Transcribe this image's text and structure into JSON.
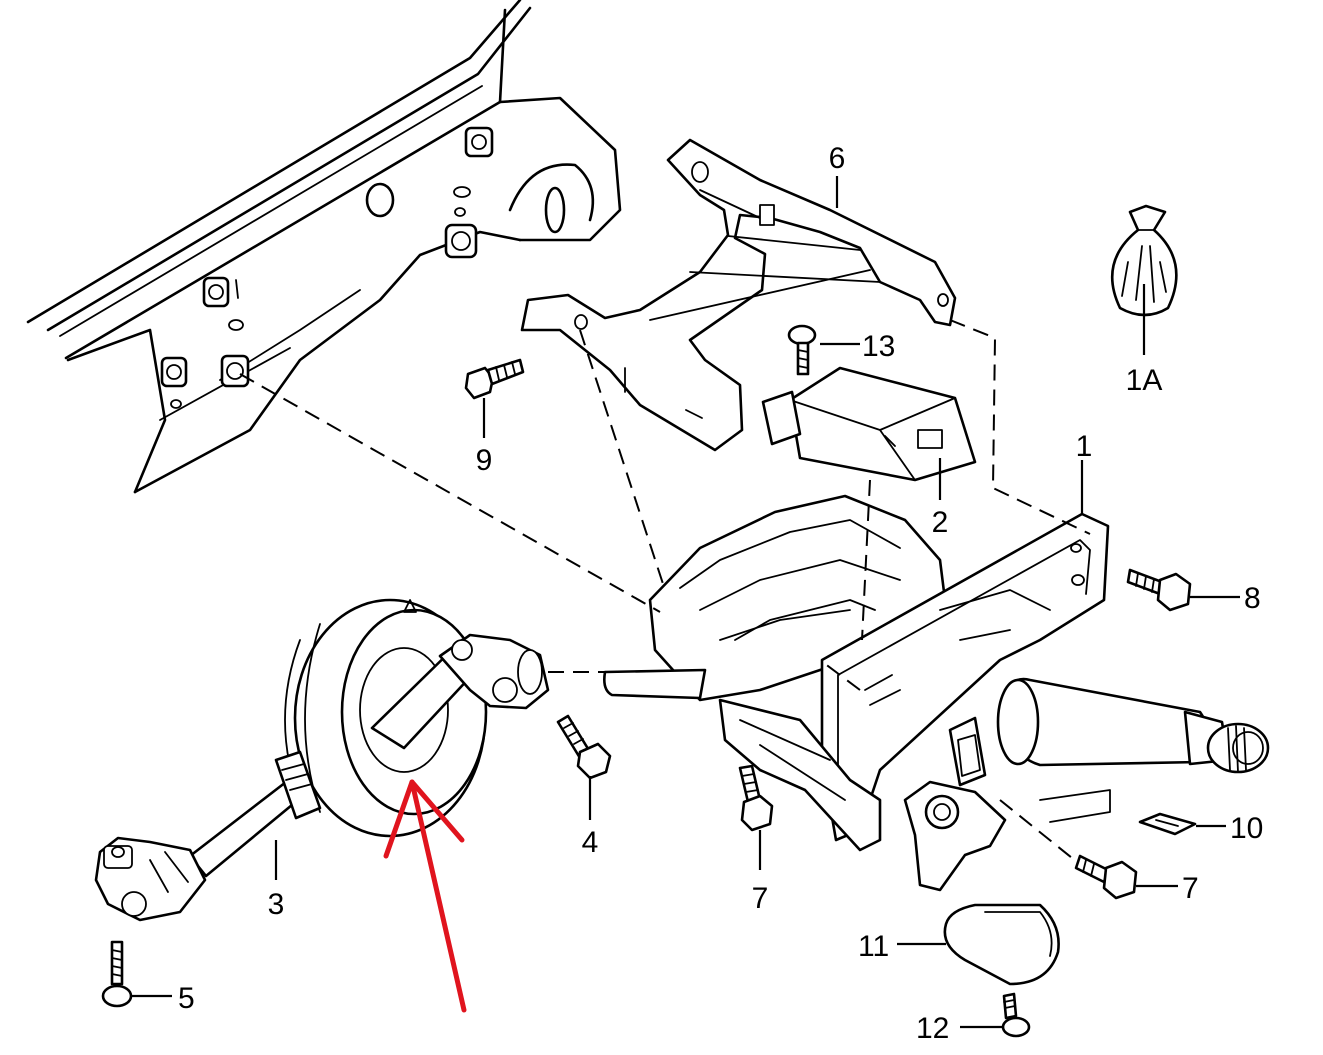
{
  "labels": {
    "part_1": "1",
    "part_1a": "1A",
    "part_2": "2",
    "part_3": "3",
    "part_4": "4",
    "part_5": "5",
    "part_6": "6",
    "part_7a": "7",
    "part_7b": "7",
    "part_8": "8",
    "part_9": "9",
    "part_10": "10",
    "part_11": "11",
    "part_12": "12",
    "part_13": "13"
  },
  "colors": {
    "line": "#000000",
    "background": "#ffffff",
    "highlight_arrow": "#e0141e"
  }
}
